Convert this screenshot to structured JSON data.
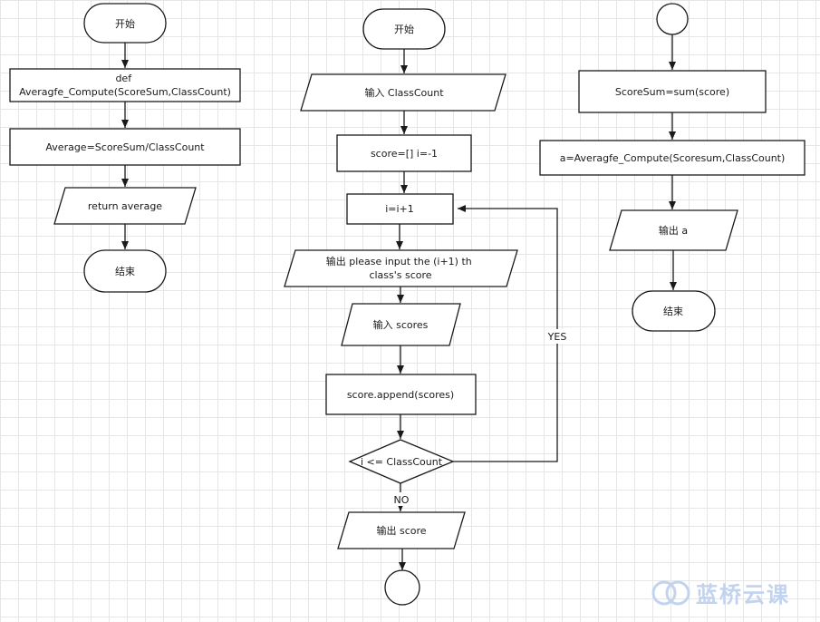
{
  "diagram": {
    "flow1": {
      "start": "开始",
      "def": [
        "def",
        "Averagfe_Compute(ScoreSum,ClassCount)"
      ],
      "average": "Average=ScoreSum/ClassCount",
      "return": "return average",
      "end": "结束"
    },
    "flow2": {
      "start": "开始",
      "input_count": "输入 ClassCount",
      "init": "score=[]   i=-1",
      "increment": "i=i+1",
      "prompt": [
        "输出  please input the   (i+1)  th",
        "class's score"
      ],
      "input_scores": "输入  scores",
      "append": "score.append(scores)",
      "condition": "i <= ClassCount",
      "yes_label": "YES",
      "no_label": "NO",
      "output_score": "输出  score"
    },
    "flow3": {
      "sum": "ScoreSum=sum(score)",
      "compute": "a=Averagfe_Compute(Scoresum,ClassCount)",
      "output_a": "输出  a",
      "end": "结束"
    }
  },
  "watermark": {
    "text": "蓝桥云课",
    "color": "#c2d3ef"
  }
}
